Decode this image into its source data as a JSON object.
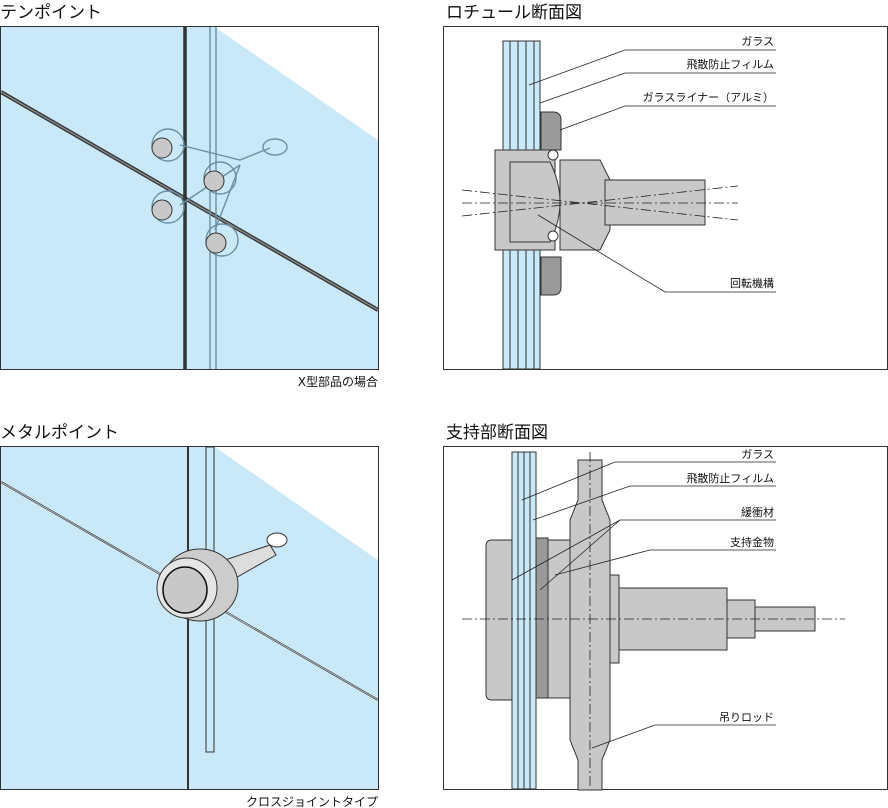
{
  "panels": {
    "ten_point": {
      "title": "テンポイント",
      "caption": "X型部品の場合"
    },
    "rotule_section": {
      "title": "ロチュール断面図",
      "labels": [
        "ガラス",
        "飛散防止フィルム",
        "ガラスライナー（アルミ）",
        "回転機構"
      ]
    },
    "metal_point": {
      "title": "メタルポイント",
      "caption": "クロスジョイントタイプ"
    },
    "support_section": {
      "title": "支持部断面図",
      "labels": [
        "ガラス",
        "飛散防止フィルム",
        "緩衝材",
        "支持金物",
        "吊りロッド"
      ]
    }
  },
  "colors": {
    "glass": "#c9e8f8",
    "metal": "#c8c8c8",
    "line": "#333333"
  }
}
